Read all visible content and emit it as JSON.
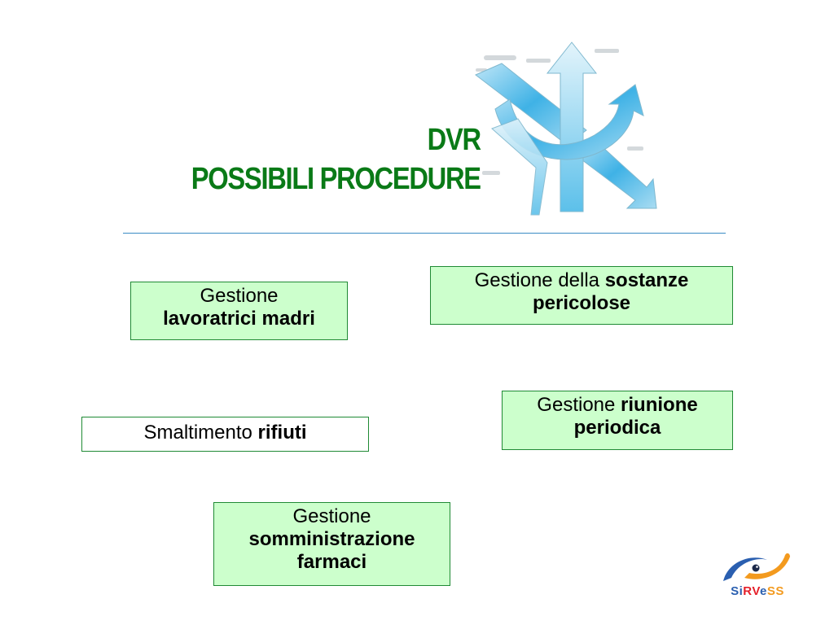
{
  "slide": {
    "title_line1": "DVR",
    "title_line2": "POSSIBILI PROCEDURE",
    "title_color": "#0a7a17",
    "accent_line_color": "#3a8bc4",
    "box_fill": "#ccffcc",
    "box_border": "#1f8a34"
  },
  "boxes": {
    "madri": {
      "plain": "Gestione",
      "bold": "lavoratrici madri"
    },
    "sostanze": {
      "plain": "Gestione della ",
      "bold": "sostanze pericolose"
    },
    "rifiuti": {
      "plain": "Smaltimento ",
      "bold": "rifiuti"
    },
    "riunione": {
      "plain": "Gestione ",
      "bold": "riunione periodica"
    },
    "farmaci": {
      "plain": "Gestione",
      "bold_1": "somministrazione",
      "bold_2": "farmaci"
    }
  },
  "brand": {
    "text_si": "Si",
    "text_rv": "RV",
    "text_e": "e",
    "text_ss": "SS"
  },
  "icons": {
    "top_logo": "arrows-logo-icon",
    "bottom_logo": "eye-swoosh-icon"
  }
}
